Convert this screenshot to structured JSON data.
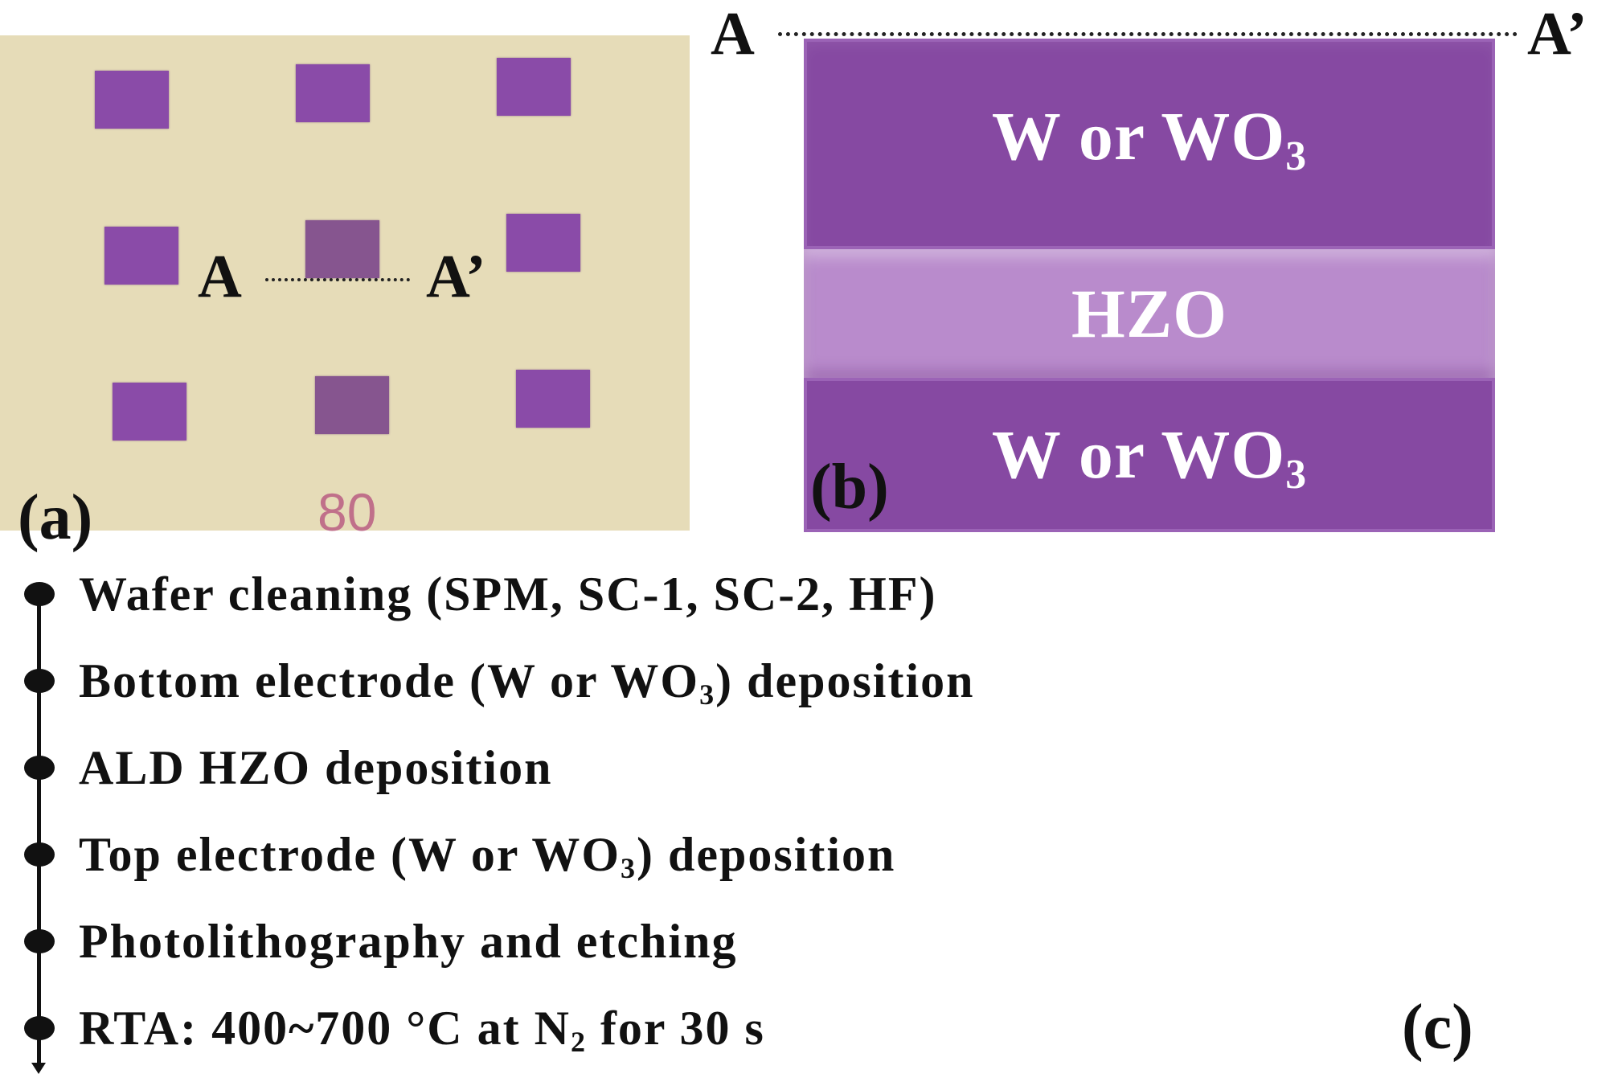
{
  "panel_a": {
    "label": "(a)",
    "marker_left": "A",
    "marker_right": "A’",
    "number": "80",
    "pad_color": "#8a4ba8",
    "background_color": "#e6dcb8"
  },
  "panel_b": {
    "label": "(b)",
    "marker_left": "A",
    "marker_right": "A’",
    "top_layer": {
      "main": "W or WO",
      "sub": "3"
    },
    "middle_layer": "HZO",
    "bottom_layer": {
      "main": "W or WO",
      "sub": "3"
    },
    "electrode_color": "#8649a2",
    "hzo_color": "#b98bcc"
  },
  "panel_c": {
    "label": "(c)",
    "steps": [
      {
        "pre": "Wafer cleaning (SPM, SC-1, SC-2, HF)",
        "sub": "",
        "post": ""
      },
      {
        "pre": "Bottom electrode (W or WO",
        "sub": "3",
        "post": ") deposition"
      },
      {
        "pre": "ALD HZO deposition",
        "sub": "",
        "post": ""
      },
      {
        "pre": "Top electrode (W or WO",
        "sub": "3",
        "post": ") deposition"
      },
      {
        "pre": "Photolithography and etching",
        "sub": "",
        "post": ""
      },
      {
        "pre": "RTA: 400~700 °C at N",
        "sub": "2",
        "post": " for 30 s"
      }
    ]
  }
}
